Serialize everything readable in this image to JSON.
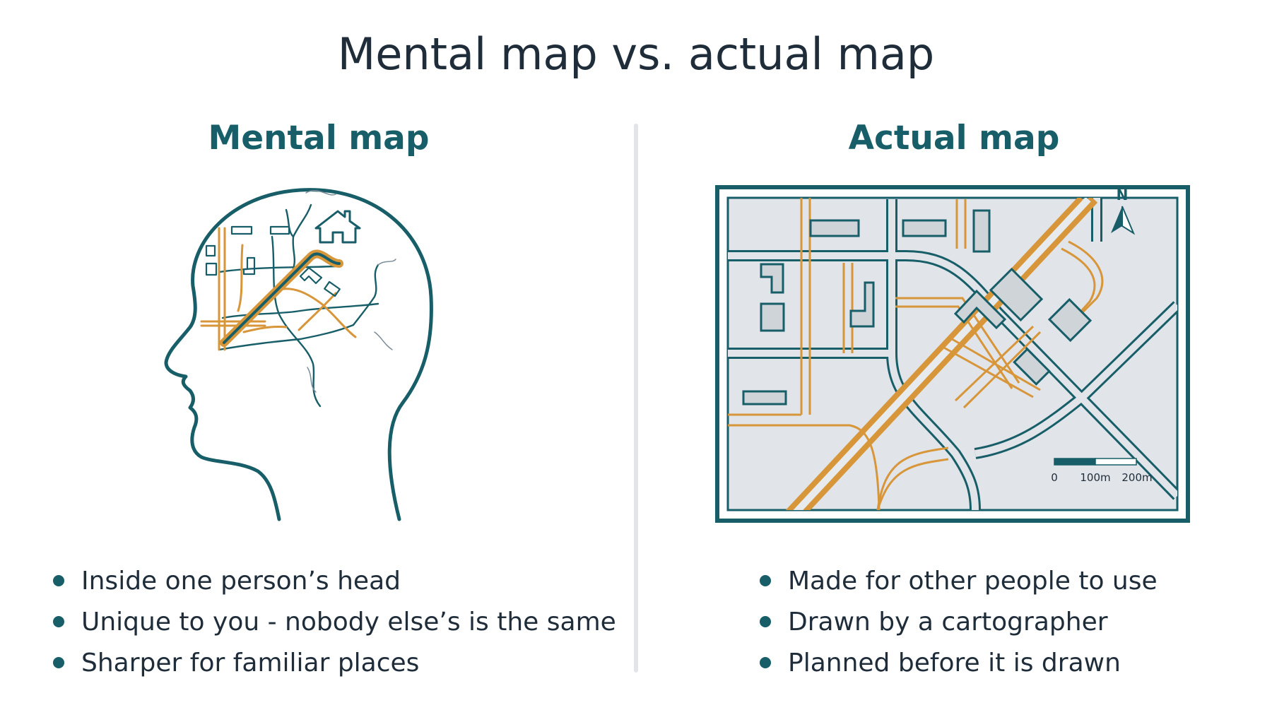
{
  "title": "Mental map vs. actual map",
  "left": {
    "heading": "Mental map",
    "bullets": [
      "Inside one person’s head",
      "Unique to you - nobody else’s is the same",
      "Sharper for familiar places"
    ]
  },
  "right": {
    "heading": "Actual map",
    "bullets": [
      "Made for other people to use",
      "Drawn by a cartographer",
      "Planned before it is drawn"
    ],
    "north_label": "N",
    "scale_labels": [
      "0",
      "100m",
      "200m"
    ]
  },
  "colors": {
    "teal": "#175e68",
    "orange": "#d8963a",
    "map_fill": "#e1e4e8",
    "text": "#1f2d3a"
  },
  "icons": [
    "head-silhouette-icon",
    "house-icon",
    "north-arrow-icon"
  ]
}
